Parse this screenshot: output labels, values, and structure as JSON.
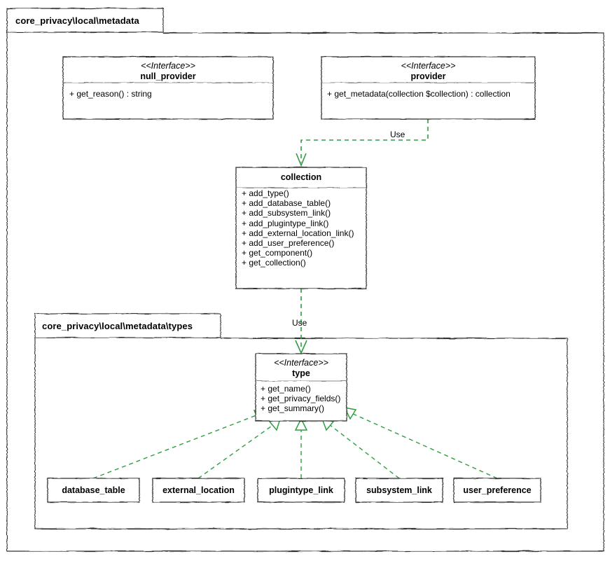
{
  "diagram": {
    "kind": "uml-class-diagram",
    "style": "hand-drawn",
    "colors": {
      "border": "#3a3a3a",
      "text": "#000000",
      "background": "#ffffff",
      "relation_green": "#2f9e41"
    }
  },
  "packages": [
    {
      "id": "outer",
      "label": "core_privacy\\local\\metadata"
    },
    {
      "id": "inner",
      "label": "core_privacy\\local\\metadata\\types"
    }
  ],
  "classes": [
    {
      "id": "null_provider",
      "stereotype": "<<Interface>>",
      "name": "null_provider",
      "members": [
        "+ get_reason() : string"
      ]
    },
    {
      "id": "provider",
      "stereotype": "<<Interface>>",
      "name": "provider",
      "members": [
        "+ get_metadata(collection $collection) : collection"
      ]
    },
    {
      "id": "collection",
      "stereotype": "",
      "name": "collection",
      "members": [
        "+ add_type()",
        "+ add_database_table()",
        "+ add_subsystem_link()",
        "+ add_plugintype_link()",
        "+ add_external_location_link()",
        "+ add_user_preference()",
        "+ get_component()",
        "+ get_collection()"
      ]
    },
    {
      "id": "type",
      "stereotype": "<<Interface>>",
      "name": "type",
      "members": [
        "+ get_name()",
        "+ get_privacy_fields()",
        "+ get_summary()"
      ]
    }
  ],
  "leaf_classes": [
    {
      "id": "database_table",
      "name": "database_table"
    },
    {
      "id": "external_location",
      "name": "external_location"
    },
    {
      "id": "plugintype_link",
      "name": "plugintype_link"
    },
    {
      "id": "subsystem_link",
      "name": "subsystem_link"
    },
    {
      "id": "user_preference",
      "name": "user_preference"
    }
  ],
  "relations": [
    {
      "id": "provider-uses-collection",
      "from": "provider",
      "to": "collection",
      "type": "dependency",
      "label": "Use"
    },
    {
      "id": "collection-uses-type",
      "from": "collection",
      "to": "type",
      "type": "dependency",
      "label": "Use"
    },
    {
      "id": "database_table-realizes-type",
      "from": "database_table",
      "to": "type",
      "type": "realization",
      "label": ""
    },
    {
      "id": "external_location-realizes-type",
      "from": "external_location",
      "to": "type",
      "type": "realization",
      "label": ""
    },
    {
      "id": "plugintype_link-realizes-type",
      "from": "plugintype_link",
      "to": "type",
      "type": "realization",
      "label": ""
    },
    {
      "id": "subsystem_link-realizes-type",
      "from": "subsystem_link",
      "to": "type",
      "type": "realization",
      "label": ""
    },
    {
      "id": "user_preference-realizes-type",
      "from": "user_preference",
      "to": "type",
      "type": "realization",
      "label": ""
    }
  ]
}
